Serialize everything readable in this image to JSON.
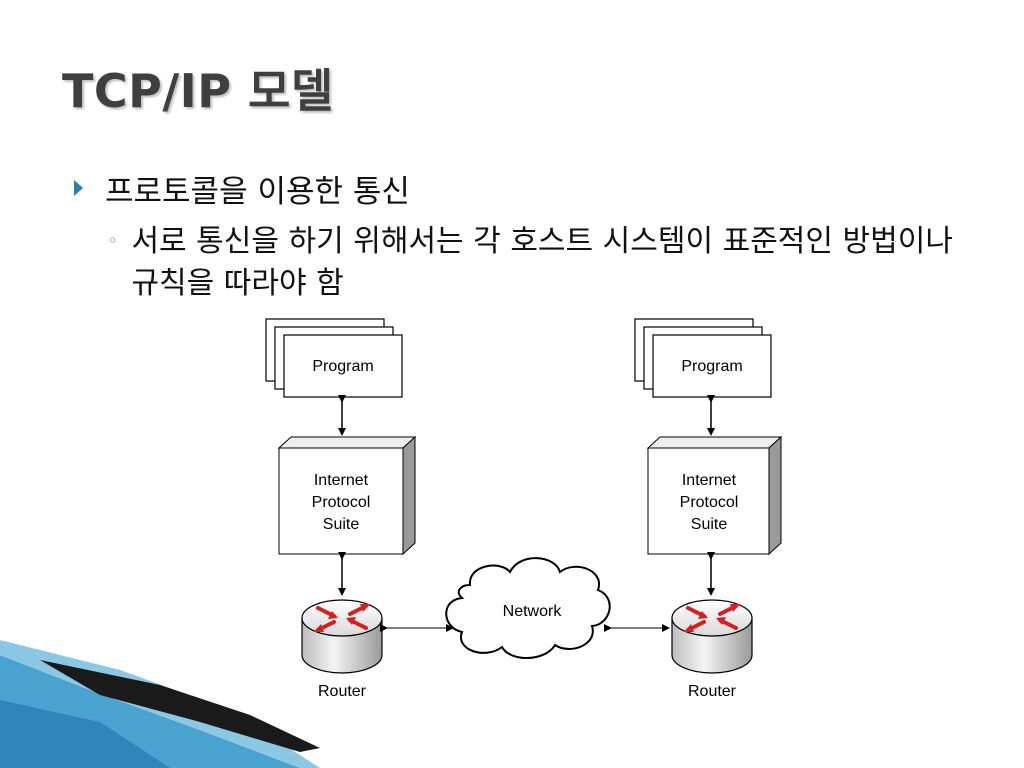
{
  "slide": {
    "title": "TCP/IP 모델",
    "bullets": [
      {
        "level": 1,
        "text": "프로토콜을 이용한 통신"
      },
      {
        "level": 2,
        "text": "서로 통신을 하기 위해서는 각 호스트 시스템이 표준적인 방법이나 규칙을 따라야 함"
      }
    ]
  },
  "diagram": {
    "left_host": {
      "program_label": "Program",
      "suite_lines": [
        "Internet",
        "Protocol",
        "Suite"
      ],
      "router_label": "Router"
    },
    "right_host": {
      "program_label": "Program",
      "suite_lines": [
        "Internet",
        "Protocol",
        "Suite"
      ],
      "router_label": "Router"
    },
    "network_label": "Network"
  },
  "colors": {
    "title": "#3f3f3f",
    "bullet_marker": "#2a7fb0",
    "router_arrows": "#d42020",
    "decor_blue": "#4aa3cf",
    "decor_dark": "#1a1a1a"
  }
}
